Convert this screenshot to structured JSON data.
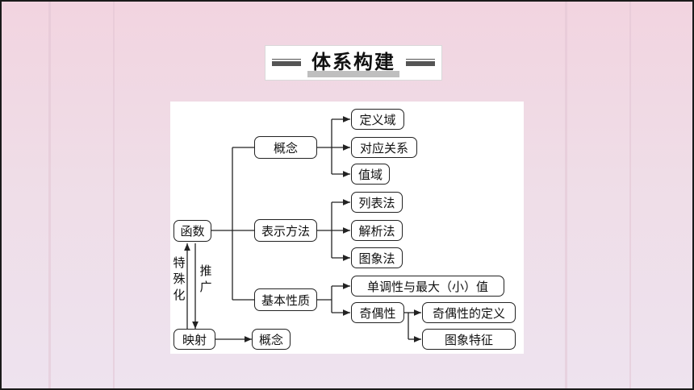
{
  "title": "体系构建",
  "diagram": {
    "root": "函数",
    "level1": [
      "概念",
      "表示方法",
      "基本性质"
    ],
    "concept_children": [
      "定义域",
      "对应关系",
      "值域"
    ],
    "representation_children": [
      "列表法",
      "解析法",
      "图象法"
    ],
    "property_children": [
      "单调性与最大（小）值",
      "奇偶性"
    ],
    "parity_children": [
      "奇偶性的定义",
      "图象特征"
    ],
    "mapping": "映射",
    "mapping_child": "概念",
    "label_up": "特殊化",
    "label_down": "推广"
  }
}
